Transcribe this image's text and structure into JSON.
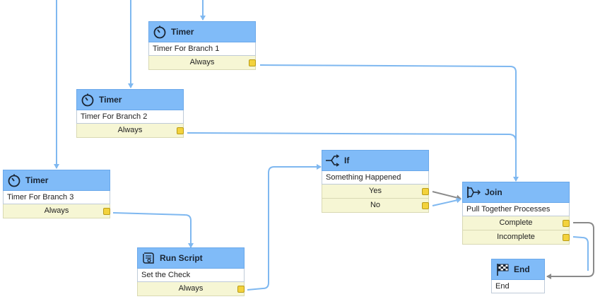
{
  "nodes": {
    "timer1": {
      "title": "Timer",
      "description": "Timer For Branch 1",
      "outputs": [
        "Always"
      ],
      "icon": "timer-icon"
    },
    "timer2": {
      "title": "Timer",
      "description": "Timer For Branch 2",
      "outputs": [
        "Always"
      ],
      "icon": "timer-icon"
    },
    "timer3": {
      "title": "Timer",
      "description": "Timer For Branch 3",
      "outputs": [
        "Always"
      ],
      "icon": "timer-icon"
    },
    "script": {
      "title": "Run Script",
      "description": "Set the Check",
      "outputs": [
        "Always"
      ],
      "icon": "script-icon"
    },
    "if": {
      "title": "If",
      "description": "Something Happened",
      "outputs": [
        "Yes",
        "No"
      ],
      "icon": "branch-icon"
    },
    "join": {
      "title": "Join",
      "description": "Pull Together Processes",
      "outputs": [
        "Complete",
        "Incomplete"
      ],
      "icon": "join-icon"
    },
    "end": {
      "title": "End",
      "description": "End",
      "outputs": [],
      "icon": "checkered-flag-icon"
    }
  },
  "colors": {
    "header": "#80bbf8",
    "connector": "#7fb8f0",
    "connector_dark": "#8a8a8a",
    "port": "#f3d23c",
    "output_row": "#f6f6d4"
  }
}
